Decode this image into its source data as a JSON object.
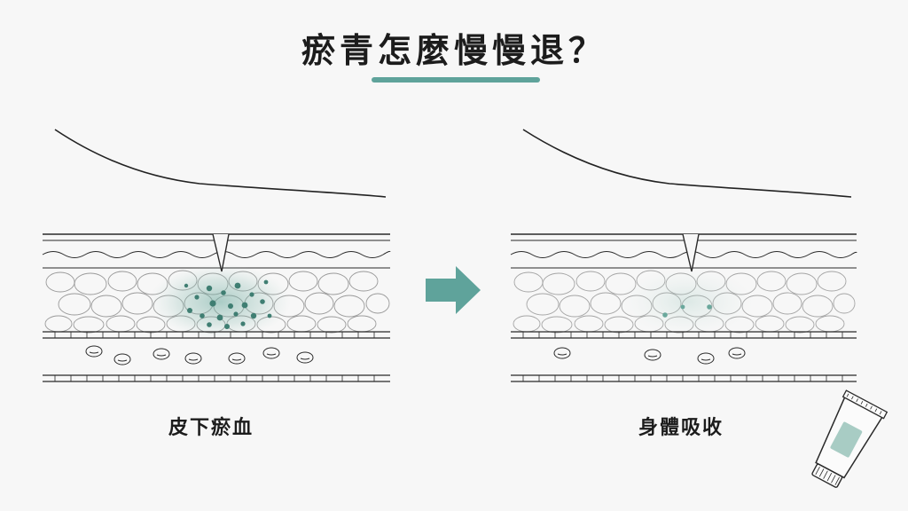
{
  "title": "瘀青怎麼慢慢退？",
  "panels": {
    "left": {
      "label": "皮下瘀血"
    },
    "right": {
      "label": "身體吸收"
    }
  },
  "colors": {
    "accent": "#5fa39b",
    "arrow": "#5fa39b",
    "bruise_dot": "#3f7e72",
    "line": "#2a2a2a"
  },
  "icons": [
    "arrow-right-icon",
    "ointment-tube-icon"
  ]
}
